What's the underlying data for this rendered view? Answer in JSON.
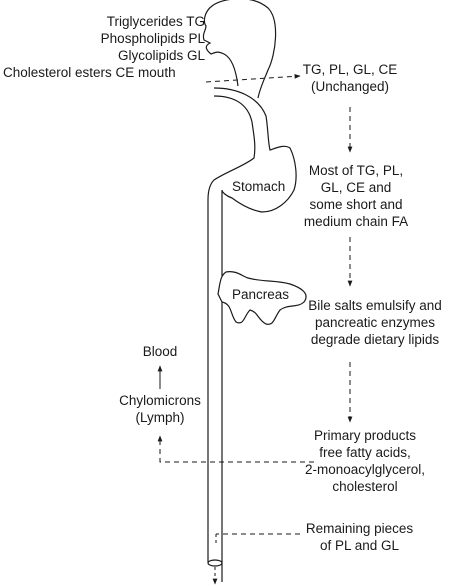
{
  "diagram": {
    "inputs": {
      "line1": "Triglycerides TG",
      "line2": "Phospholipids PL",
      "line3": "Glycolipids GL",
      "line4": "Cholesterol esters CE mouth"
    },
    "organs": {
      "stomach": "Stomach",
      "pancreas": "Pancreas"
    },
    "steps": {
      "mouth": {
        "line1": "TG, PL, GL, CE",
        "line2": "(Unchanged)"
      },
      "stomach": {
        "line1": "Most of TG, PL,",
        "line2": "GL, CE and",
        "line3": "some short and",
        "line4": "medium chain FA"
      },
      "pancreas": {
        "line1": "Bile salts emulsify and",
        "line2": "pancreatic enzymes",
        "line3": "degrade dietary lipids"
      },
      "primary": {
        "line1": "Primary products",
        "line2": "free fatty acids,",
        "line3": "2-monoacylglycerol,",
        "line4": "cholesterol"
      },
      "remaining": {
        "line1": "Remaining pieces",
        "line2": "of PL and GL"
      }
    },
    "outputs": {
      "blood": "Blood",
      "chylomicrons_line1": "Chylomicrons",
      "chylomicrons_line2": "(Lymph)"
    }
  }
}
